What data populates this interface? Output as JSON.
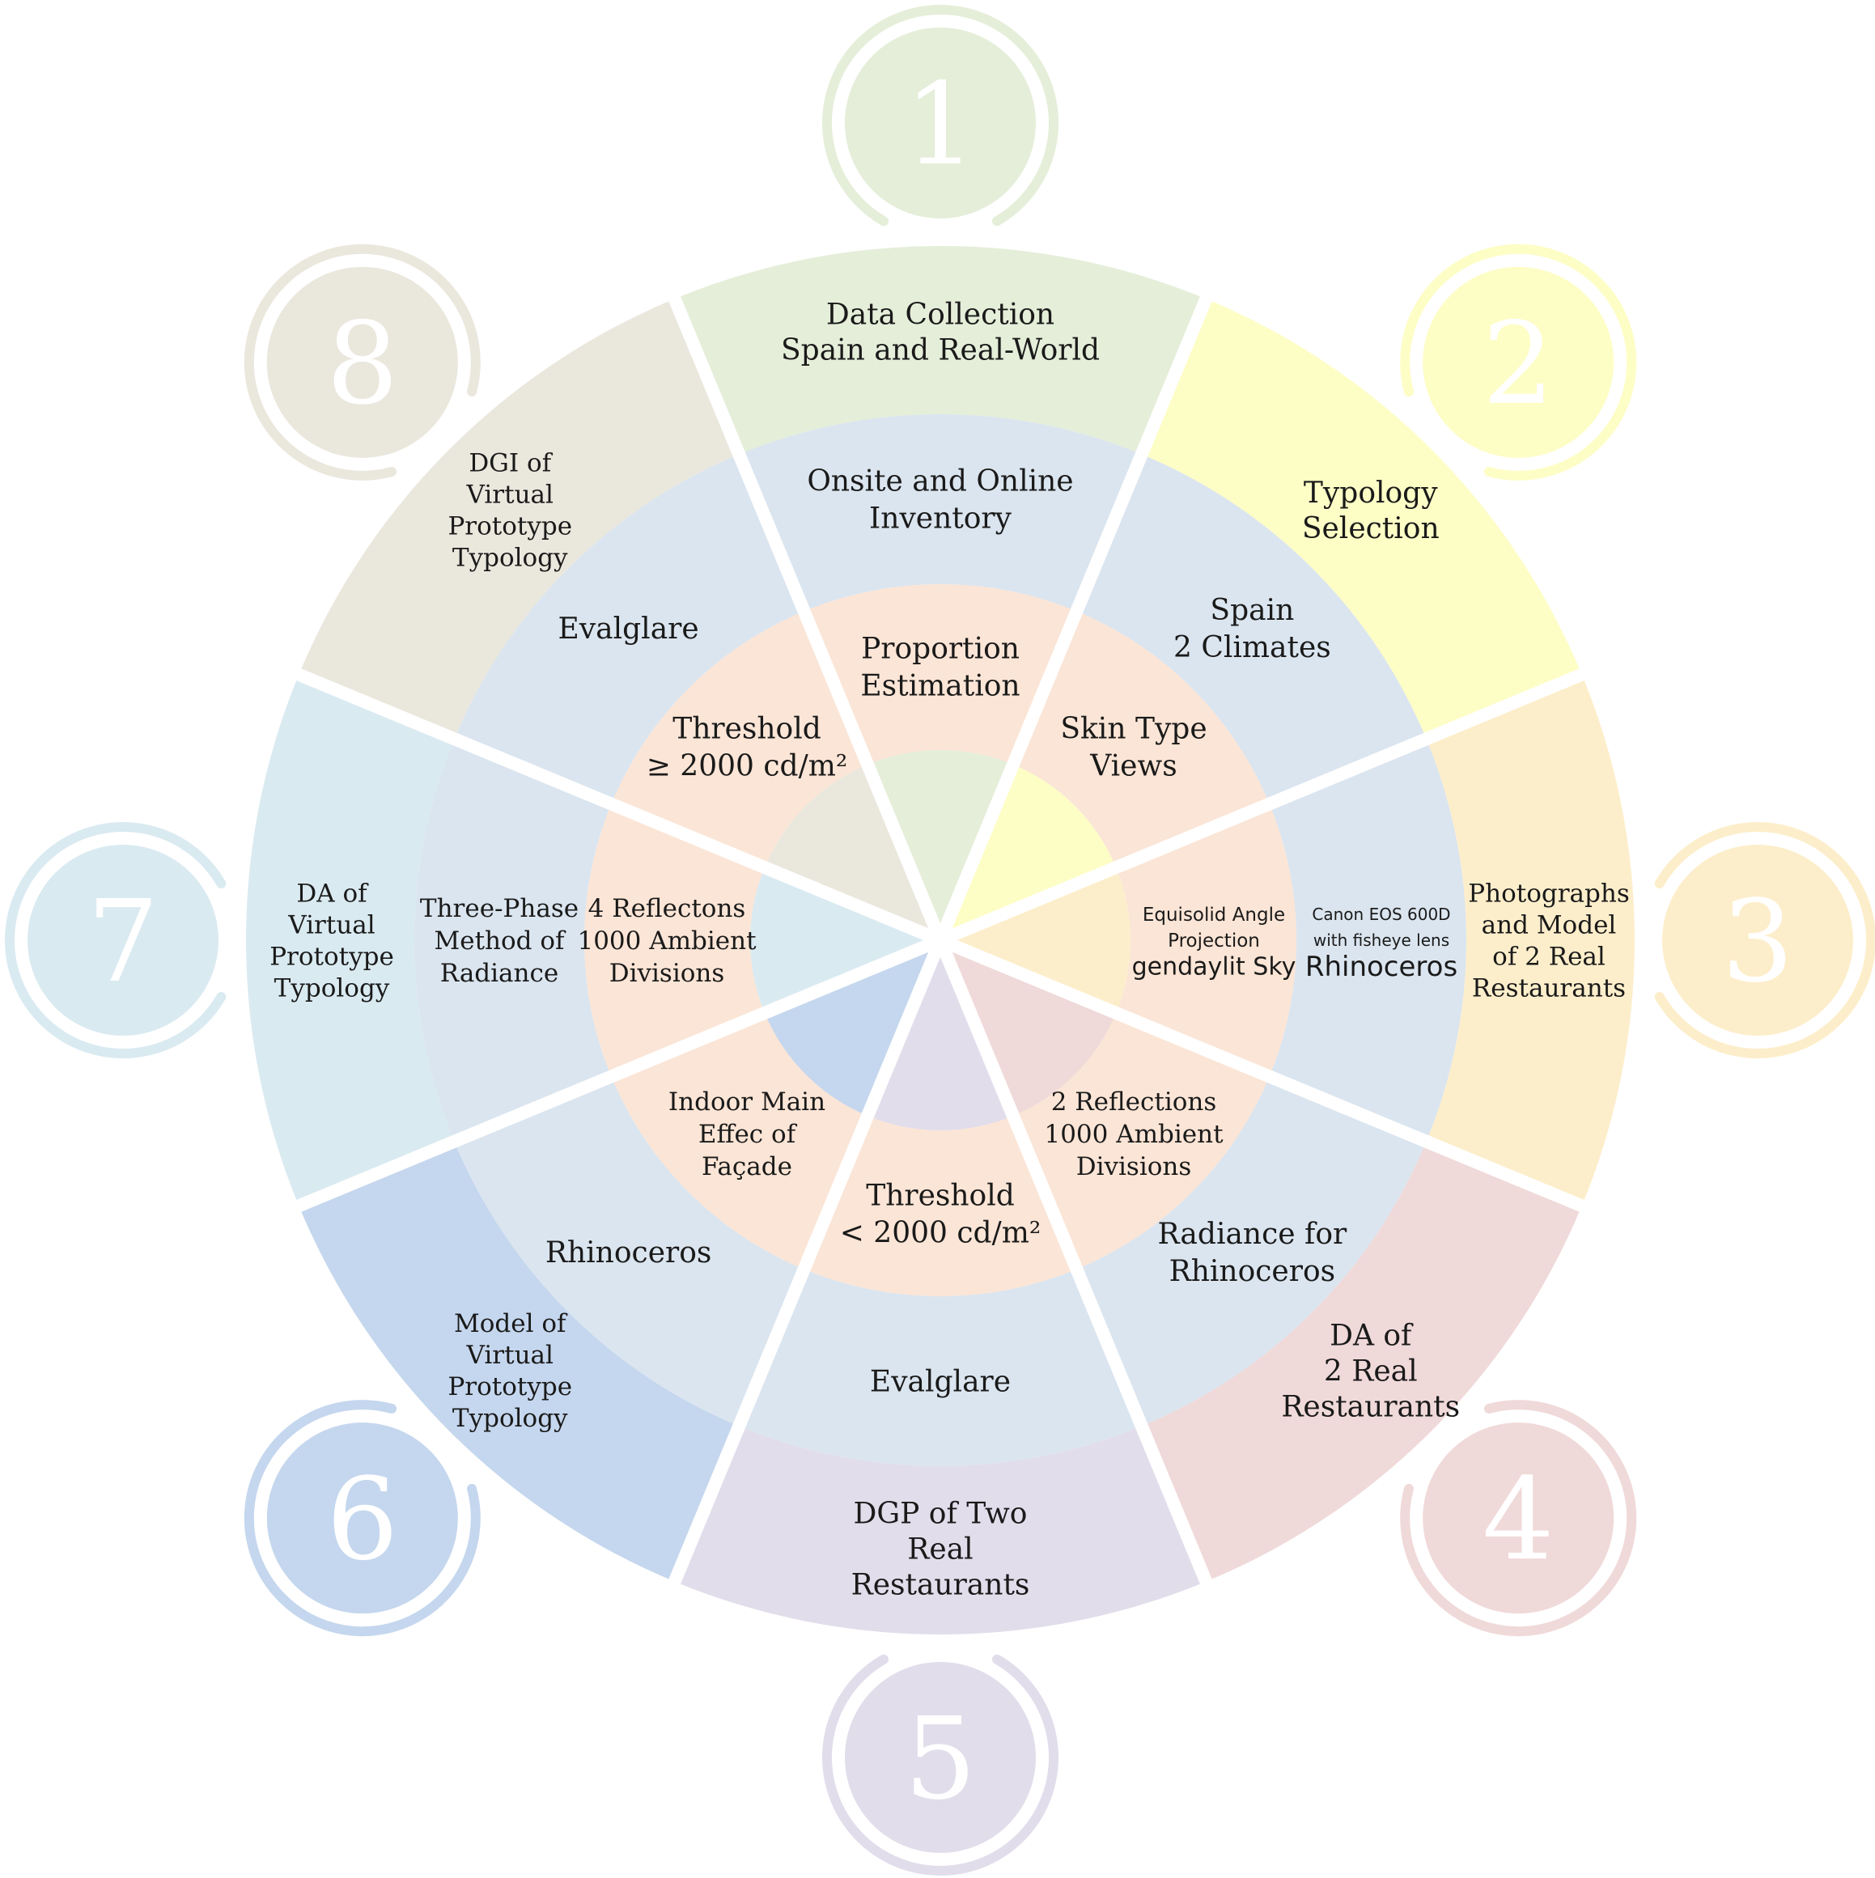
{
  "sectors": [
    {
      "number": "1",
      "color": "#e5eed9",
      "outer": [
        "Data Collection",
        "Spain and Real-World"
      ],
      "middle": [
        "Onsite and Online",
        "Inventory"
      ],
      "inner": [
        "Proportion",
        "Estimation"
      ]
    },
    {
      "number": "2",
      "color": "#fdfdc6",
      "outer": [
        "Typology",
        "Selection"
      ],
      "middle": [
        "Spain",
        "2 Climates"
      ],
      "inner": [
        "Skin Type",
        "Views"
      ]
    },
    {
      "number": "3",
      "color": "#fdeecb",
      "outer": [
        "Photographs",
        "and Model",
        "of 2 Real",
        "Restaurants"
      ],
      "middle": [
        "Canon EOS 600D",
        "with fisheye lens",
        "Rhinoceros"
      ],
      "inner": [
        "Equisolid Angle",
        "Projection",
        "gendaylit Sky"
      ]
    },
    {
      "number": "4",
      "color": "#f0d9d9",
      "outer": [
        "DA of",
        "2 Real",
        "Restaurants"
      ],
      "middle": [
        "Radiance for",
        "Rhinoceros"
      ],
      "inner": [
        "2 Reflections",
        "1000 Ambient",
        "Divisions"
      ]
    },
    {
      "number": "5",
      "color": "#e2ddeb",
      "outer": [
        "DGP of Two",
        "Real",
        "Restaurants"
      ],
      "middle": [
        "Evalglare"
      ],
      "inner": [
        "Threshold",
        "< 2000 cd/m²"
      ]
    },
    {
      "number": "6",
      "color": "#c5d7ee",
      "outer": [
        "Model of",
        "Virtual",
        "Prototype",
        "Typology"
      ],
      "middle": [
        "Rhinoceros"
      ],
      "inner": [
        "Indoor Main",
        "Effec of",
        "Façade"
      ]
    },
    {
      "number": "7",
      "color": "#daeaf1",
      "outer": [
        "DA of",
        "Virtual",
        "Prototype",
        "Typology"
      ],
      "middle": [
        "Three-Phase",
        "Method of",
        "Radiance"
      ],
      "inner": [
        "4 Reflectons",
        "1000 Ambient",
        "Divisions"
      ]
    },
    {
      "number": "8",
      "color": "#eae7dd",
      "outer": [
        "DGI of",
        "Virtual",
        "Prototype",
        "Typology"
      ],
      "middle": [
        "Evalglare"
      ],
      "inner": [
        "Threshold",
        "≥ 2000 cd/m²"
      ]
    }
  ],
  "colors": {
    "middle_ring": "#dbe5ef",
    "inner_ring": "#fbe5d6",
    "gap": "#ffffff"
  }
}
